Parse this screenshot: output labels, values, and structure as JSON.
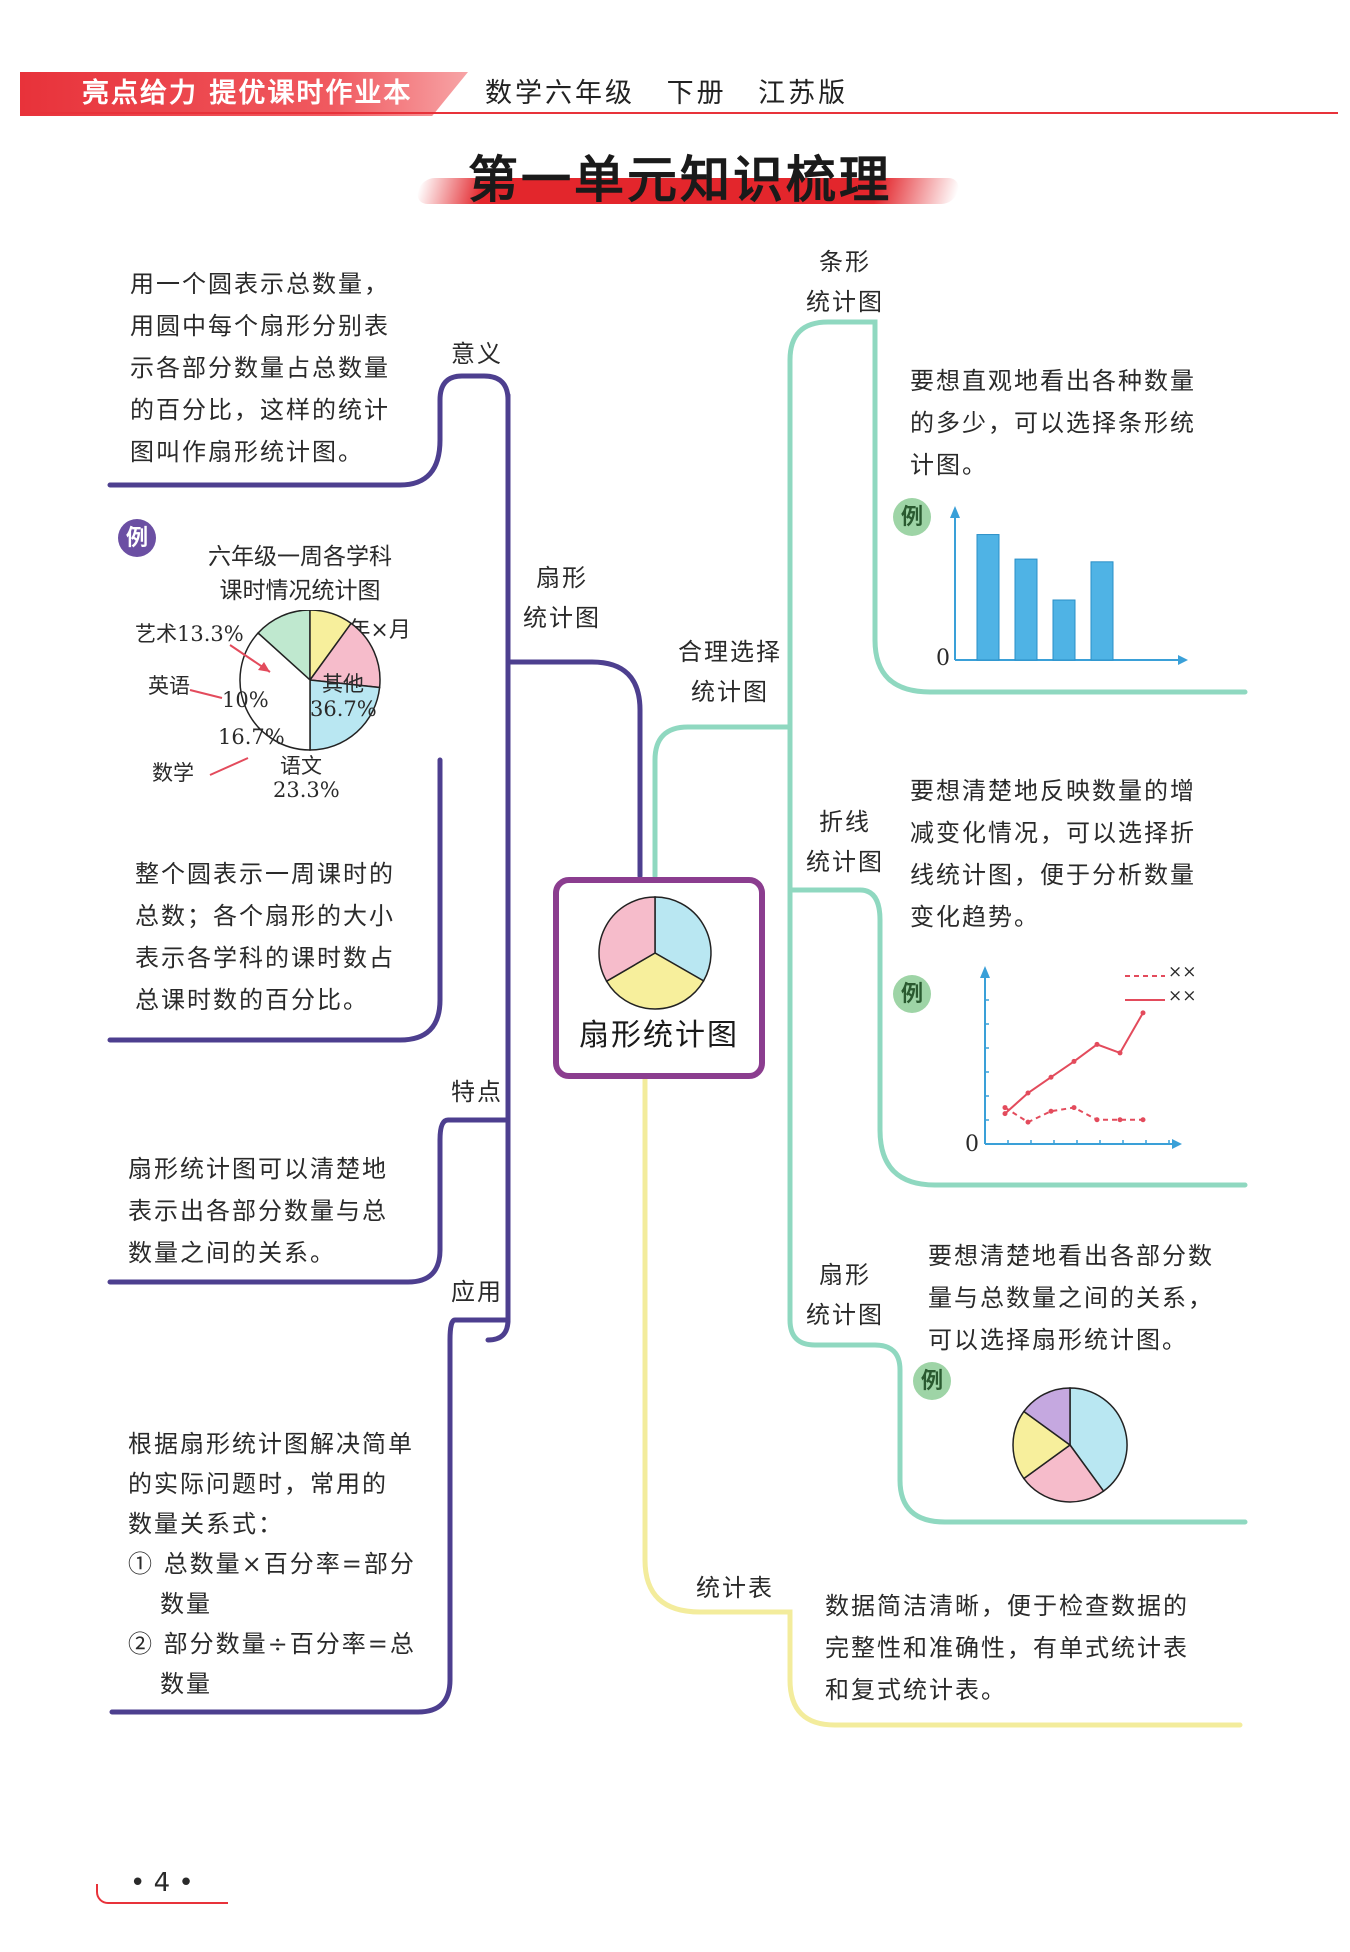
{
  "header": {
    "brand": "亮点给力 提优课时作业本",
    "book": "数学六年级  下册  江苏版"
  },
  "title": "第一单元知识梳理",
  "center": {
    "label": "扇形统计图"
  },
  "left": {
    "branch_main": [
      "扇形",
      "统计图"
    ],
    "meaning": {
      "label": "意义",
      "text": [
        "用一个圆表示总数量，",
        "用圆中每个扇形分别表",
        "示各部分数量占总数量",
        "的百分比，这样的统计",
        "图叫作扇形统计图。"
      ],
      "example_badge": "例",
      "example_title": [
        "六年级一周各学科",
        "课时情况统计图"
      ],
      "example_date": "×年×月",
      "pie_labels": {
        "art": "艺术13.3%",
        "english": "英语",
        "english_pct": "10%",
        "math": "数学",
        "math_pct": "16.7%",
        "chinese": "语文",
        "chinese_pct": "23.3%",
        "other": "其他",
        "other_pct": "36.7%"
      },
      "explain": [
        "整个圆表示一周课时的",
        "总数；各个扇形的大小",
        "表示各学科的课时数占",
        "总课时数的百分比。"
      ]
    },
    "feature": {
      "label": "特点",
      "text": [
        "扇形统计图可以清楚地",
        "表示出各部分数量与总",
        "数量之间的关系。"
      ]
    },
    "application": {
      "label": "应用",
      "text": [
        "根据扇形统计图解决简单",
        "的实际问题时，常用的",
        "数量关系式："
      ],
      "formula1": [
        "① 总数量×百分率=部分",
        "数量"
      ],
      "formula2": [
        "② 部分数量÷百分率=总",
        "数量"
      ]
    }
  },
  "right": {
    "branch_main": [
      "合理选择",
      "统计图"
    ],
    "bar": {
      "label": [
        "条形",
        "统计图"
      ],
      "text": [
        "要想直观地看出各种数量",
        "的多少，可以选择条形统",
        "计图。"
      ],
      "badge": "例",
      "zero": "0"
    },
    "line": {
      "label": [
        "折线",
        "统计图"
      ],
      "text": [
        "要想清楚地反映数量的增",
        "减变化情况，可以选择折",
        "线统计图，便于分析数量",
        "变化趋势。"
      ],
      "badge": "例",
      "zero": "0",
      "legend": [
        "××",
        "××"
      ]
    },
    "pie": {
      "label": [
        "扇形",
        "统计图"
      ],
      "text": [
        "要想清楚地看出各部分数",
        "量与总数量之间的关系，",
        "可以选择扇形统计图。"
      ],
      "badge": "例"
    },
    "table": {
      "label": "统计表",
      "text": [
        "数据简洁清晰，便于检查数据的",
        "完整性和准确性，有单式统计表",
        "和复式统计表。"
      ]
    }
  },
  "chart_data": [
    {
      "type": "pie",
      "title": "六年级一周各学科课时情况统计图",
      "categories": [
        "艺术",
        "英语",
        "数学",
        "语文",
        "其他"
      ],
      "values": [
        13.3,
        10,
        16.7,
        23.3,
        36.7
      ],
      "colors": [
        "#bfe8cf",
        "#f7ef9c",
        "#f6bccb",
        "#b9e7f2",
        "#ffffff"
      ]
    },
    {
      "type": "bar",
      "values": [
        4.6,
        3.7,
        2.2,
        3.6
      ],
      "colors": [
        "#4fb3e5"
      ]
    },
    {
      "type": "line",
      "series": [
        {
          "values": [
            2.5,
            4.2,
            5.5,
            6.8,
            8.2,
            7.5,
            10.8
          ],
          "style": "solid",
          "color": "#e34b5c"
        },
        {
          "values": [
            3.0,
            1.8,
            2.7,
            3.0,
            2.0,
            2.0,
            2.0
          ],
          "style": "dashed",
          "color": "#e34b5c"
        }
      ]
    },
    {
      "type": "pie",
      "values": [
        40,
        25,
        20,
        15
      ],
      "colors": [
        "#b9e7f2",
        "#f6bccb",
        "#f7ef9c",
        "#c5a8e0"
      ]
    },
    {
      "type": "pie",
      "values": [
        33.3,
        33.3,
        33.4
      ],
      "colors": [
        "#b9e7f2",
        "#f7ef9c",
        "#f6bccb"
      ]
    }
  ]
}
